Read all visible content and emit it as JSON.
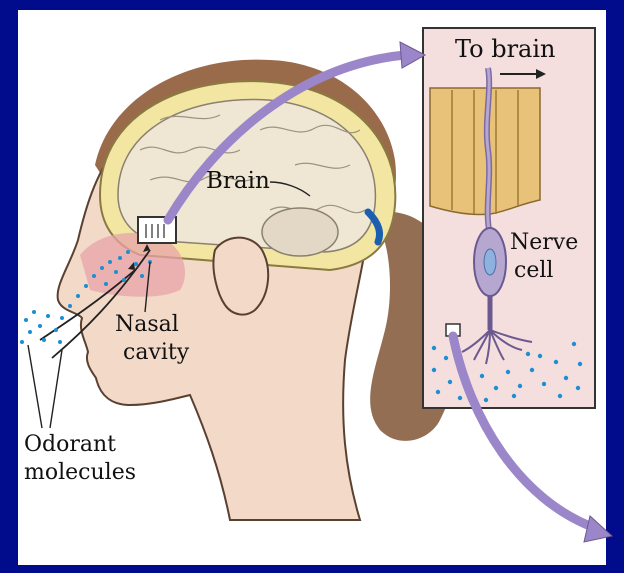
{
  "labels": {
    "brain": "Brain",
    "nasal_cavity_line1": "Nasal",
    "nasal_cavity_line2": "cavity",
    "odorant_line1": "Odorant",
    "odorant_line2": "molecules",
    "to_brain": "To brain",
    "nerve_line1": "Nerve",
    "nerve_line2": "cell"
  },
  "colors": {
    "slide_background": "#000c8c",
    "panel_background": "#ffffff",
    "inset_background": "#f5dede",
    "arrow_fill": "#9b86c9",
    "bone": "#f3e6a3",
    "brain": "#efe6d4",
    "skin": "#f3d9c8",
    "hair": "#9a6b4b",
    "nerve_cell": "#b5a7cf",
    "nucleus": "#8fb1df",
    "odorant_dots": "#1a8fd2",
    "tissue": "#e9c27a"
  }
}
